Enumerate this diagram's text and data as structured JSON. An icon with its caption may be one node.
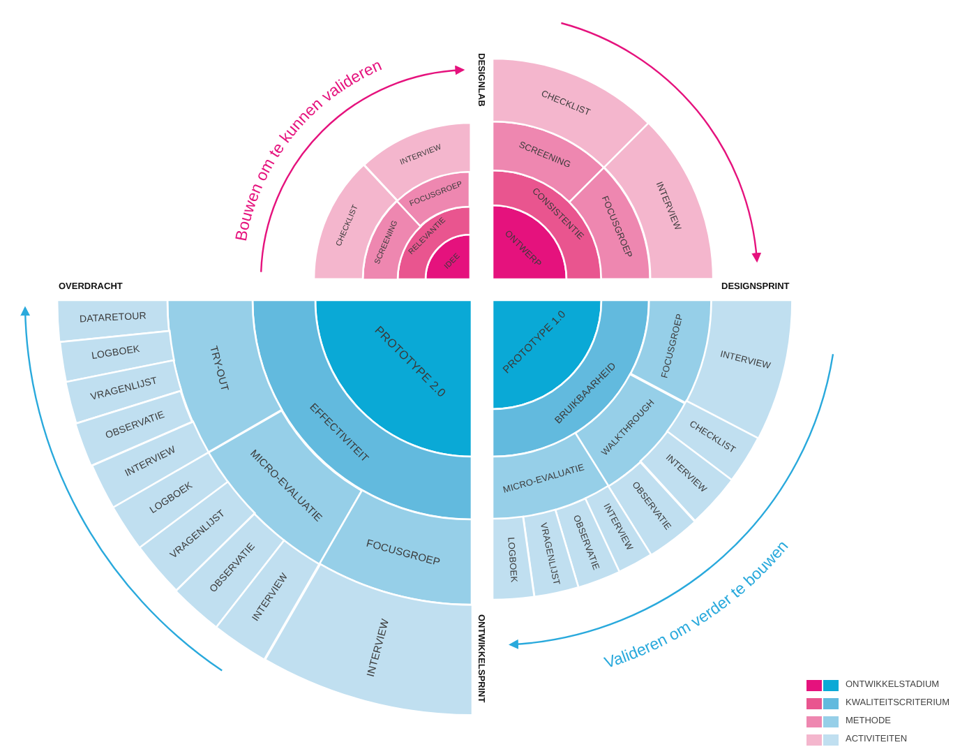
{
  "diagram": {
    "nodes": [
      {
        "text": [
          "IDEE"
        ]
      },
      {
        "text": [
          "RELEVANTIE"
        ]
      },
      {
        "text": [
          "FOCUSGROEP"
        ]
      },
      {
        "text": [
          "SCREENING"
        ]
      },
      {
        "text": [
          "INTERVIEW"
        ]
      },
      {
        "text": [
          "CHECKLIST"
        ]
      },
      {
        "text": [
          "ONTWERP"
        ]
      },
      {
        "text": [
          "CONSISTENTIE"
        ]
      },
      {
        "text": [
          "SCREENING"
        ]
      },
      {
        "text": [
          "FOCUSGROEP"
        ]
      },
      {
        "text": [
          "CHECKLIST"
        ]
      },
      {
        "text": [
          "INTERVIEW"
        ]
      },
      {
        "text": [
          "PROTOTYPE 2.0"
        ]
      },
      {
        "text": [
          "EFFECTIVITEIT"
        ]
      },
      {
        "text": [
          "TRY-OUT"
        ]
      },
      {
        "text": [
          "MICRO-EVALUATIE"
        ]
      },
      {
        "text": [
          "FOCUSGROEP"
        ]
      },
      {
        "text": [
          "DATARETOUR"
        ]
      },
      {
        "text": [
          "LOGBOEK"
        ]
      },
      {
        "text": [
          "VRAGENLIJST"
        ]
      },
      {
        "text": [
          "OBSERVATIE"
        ]
      },
      {
        "text": [
          "INTERVIEW"
        ]
      },
      {
        "text": [
          "LOGBOEK"
        ]
      },
      {
        "text": [
          "VRAGENLIJST"
        ]
      },
      {
        "text": [
          "OBSERVATIE"
        ]
      },
      {
        "text": [
          "INTERVIEW"
        ]
      },
      {
        "text": [
          "INTERVIEW"
        ]
      },
      {
        "text": [
          "PROTOTYPE 1.0"
        ]
      },
      {
        "text": [
          "BRUIKBAARHEID"
        ]
      },
      {
        "text": [
          "FOCUSGROEP"
        ]
      },
      {
        "text": [
          "WALKTHROUGH"
        ]
      },
      {
        "text": [
          "MICRO-EVALUATIE"
        ]
      },
      {
        "text": [
          "INTERVIEW"
        ]
      },
      {
        "text": [
          "CHECKLIST"
        ]
      },
      {
        "text": [
          "INTERVIEW"
        ]
      },
      {
        "text": [
          "OBSERVATIE"
        ]
      },
      {
        "text": [
          "INTERVIEW"
        ]
      },
      {
        "text": [
          "OBSERVATIE"
        ]
      },
      {
        "text": [
          "VRAGENLIJST"
        ]
      },
      {
        "text": [
          "LOGBOEK"
        ]
      }
    ],
    "labels": [
      "DESIGNLAB",
      "Bouwen om te kunnen valideren",
      "OVERDRACHT",
      "DESIGNSPRINT",
      "Valideren om verder te bouwen",
      "ONTWIKKELSPRINT"
    ],
    "legend": [
      {
        "text": "ONTWIKKELSTADIUM",
        "color": "#e5127d"
      },
      {
        "text": "KWALITEITSCRITERIUM",
        "color": "#e9558f"
      },
      {
        "text": "METHODE",
        "color": "#ee87b0"
      },
      {
        "text": "ACTIVITEITEN",
        "color": "#f4b6cd"
      }
    ]
  }
}
